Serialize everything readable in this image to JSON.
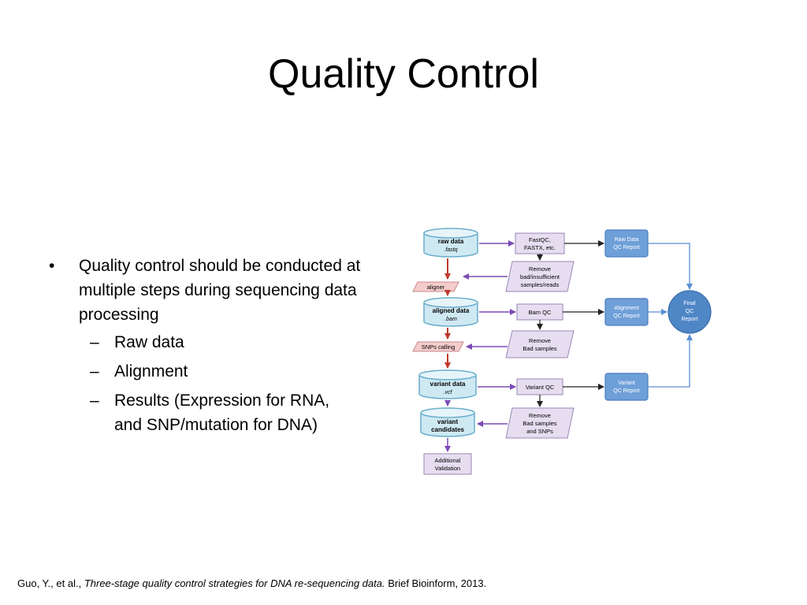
{
  "slide": {
    "title": "Quality Control",
    "bullets": [
      {
        "marker": "•",
        "text": "Quality control should be conducted at multiple steps during sequencing data processing",
        "sub": [
          {
            "marker": "–",
            "text": "Raw data"
          },
          {
            "marker": "–",
            "text": "Alignment"
          },
          {
            "marker": "–",
            "text": "Results (Expression for RNA, and SNP/mutation for DNA)"
          }
        ]
      }
    ]
  },
  "figure": {
    "raw_data": "raw data",
    "raw_data_ext": ".fastq",
    "aligner": "aligner",
    "aligned_data": "aligned data",
    "aligned_data_ext": ".bam",
    "snps_calling": "SNPs calling",
    "variant_data": "variant data",
    "variant_data_ext": ".vcf",
    "variant_candidates_1": "variant",
    "variant_candidates_2": "candidates",
    "additional_validation_1": "Additional",
    "additional_validation_2": "Validation",
    "fastqc_1": "FastQC,",
    "fastqc_2": "FASTX, etc.",
    "remove_1_a": "Remove",
    "remove_1_b": "bad/insufficient",
    "remove_1_c": "samples/reads",
    "bam_qc": "Bam QC",
    "remove_2_a": "Remove",
    "remove_2_b": "Bad samples",
    "variant_qc": "Variant QC",
    "remove_3_a": "Remove",
    "remove_3_b": "Bad samples",
    "remove_3_c": "and SNPs",
    "raw_report_1": "Raw Data",
    "raw_report_2": "QC Report",
    "align_report_1": "Alignment",
    "align_report_2": "QC Report",
    "variant_report_1": "Variant",
    "variant_report_2": "QC Report",
    "final_1": "Final",
    "final_2": "QC",
    "final_3": "Report",
    "colors": {
      "data_fill": "#cfe9f3",
      "data_stroke": "#6aaecb",
      "process_fill": "#f4cccc",
      "process_stroke": "#c98a8a",
      "qc_fill": "#e6def0",
      "qc_stroke": "#9b86b8",
      "report_fill": "#6f9fd8",
      "report_stroke": "#4a7cc0",
      "purple_arrow": "#7a4bb5",
      "red_arrow": "#c0392b",
      "blue_line": "#5b8fd6"
    }
  },
  "citation": {
    "authors": "Guo, Y., et al., ",
    "title": "Three-stage quality control strategies for DNA re-sequencing data.",
    "journal": " Brief Bioinform, 2013."
  }
}
